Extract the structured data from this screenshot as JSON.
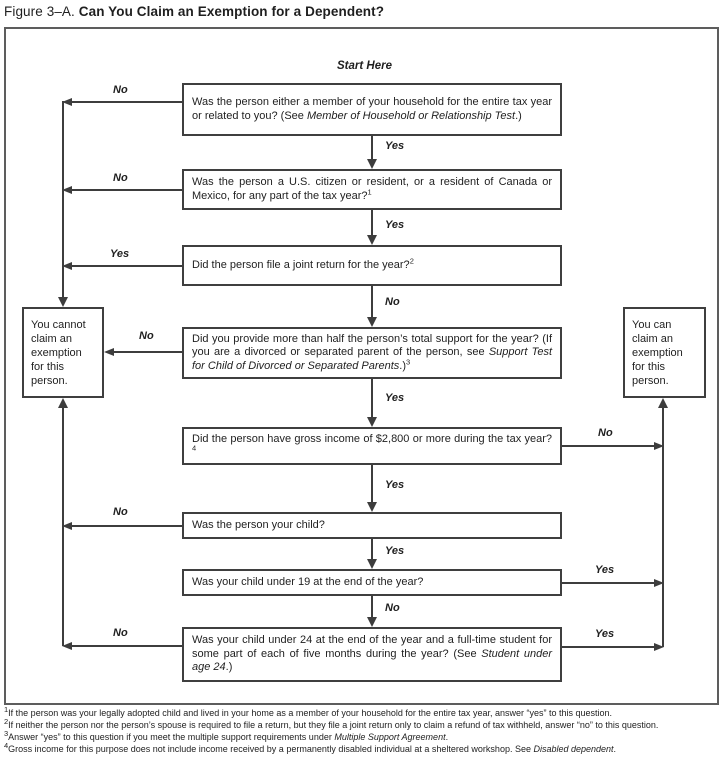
{
  "title": {
    "prefix": "Figure 3–A.",
    "main": "Can You Claim an Exemption for a Dependent?"
  },
  "start_label": "Start Here",
  "nodes": {
    "q1": {
      "pre": "Was the person either a member of your household for the entire tax year or related to you? (See ",
      "italic": "Member of Household or Relationship Test",
      "post": ".)",
      "sup": ""
    },
    "q2": {
      "pre": "Was the person a U.S. citizen or resident, or a resident of Canada or Mexico, for any part of the tax year?",
      "italic": "",
      "post": "",
      "sup": "1"
    },
    "q3": {
      "pre": "Did the person file a joint return for the year?",
      "italic": "",
      "post": "",
      "sup": "2"
    },
    "q4": {
      "pre": "Did you provide more than half the person’s total support for the year? (If you are a divorced or separated parent of the person, see ",
      "italic": "Support Test for Child of Divorced or Separated Parents",
      "post": ".)",
      "sup": "3"
    },
    "q5": {
      "pre": "Did the person have gross income of $2,800 or more during the tax year?",
      "italic": "",
      "post": "",
      "sup": "4"
    },
    "q6": {
      "pre": "Was the person your child?",
      "italic": "",
      "post": "",
      "sup": ""
    },
    "q7": {
      "pre": "Was your child under 19 at the end of the year?",
      "italic": "",
      "post": "",
      "sup": ""
    },
    "q8": {
      "pre": "Was your child under 24 at the end of the year and a full-time student for some part of each of five months during the year? (See ",
      "italic": "Student under age 24",
      "post": ".)",
      "sup": ""
    }
  },
  "outcomes": {
    "cannot": "You cannot claim an exemption for this person.",
    "can": "You can claim an exemption for this person."
  },
  "edges": {
    "q1_down": "Yes",
    "q2_down": "Yes",
    "q3_down": "No",
    "q4_down": "Yes",
    "q5_down": "Yes",
    "q6_down": "Yes",
    "q7_down": "No",
    "q1_left": "No",
    "q2_left": "No",
    "q3_left": "Yes",
    "q4_left": "No",
    "q6_left": "No",
    "q8_left": "No",
    "q5_right": "No",
    "q7_right": "Yes",
    "q8_right": "Yes"
  },
  "footnotes": [
    {
      "sup": "1",
      "pre": "If the person was your legally adopted child and lived in your home as a member of your household for the entire tax year, answer “yes” to this question.",
      "italic": "",
      "post": ""
    },
    {
      "sup": "2",
      "pre": "If neither the person nor the person’s spouse is required to file a return, but they file a joint return only to claim a refund of tax withheld, answer “no” to this question.",
      "italic": "",
      "post": ""
    },
    {
      "sup": "3",
      "pre": "Answer “yes” to this question if you meet the multiple support requirements under ",
      "italic": "Multiple Support Agreement",
      "post": "."
    },
    {
      "sup": "4",
      "pre": "Gross income for this purpose does not include income received by a permanently disabled individual at a sheltered workshop. See ",
      "italic": "Disabled dependent",
      "post": "."
    }
  ],
  "colors": {
    "ink": "#1f1f1f",
    "line": "#3d3d3d",
    "outer_border": "#5d5d5d"
  }
}
